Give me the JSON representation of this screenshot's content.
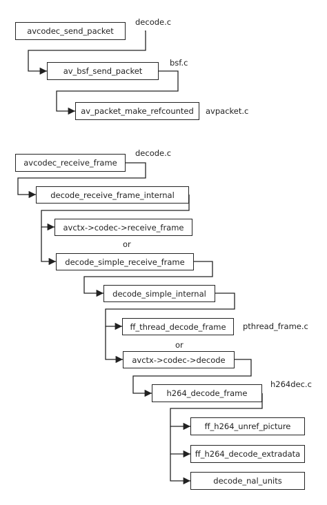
{
  "colors": {
    "line": "#222222",
    "box_border": "#222222",
    "text": "#222222",
    "background": "#ffffff"
  },
  "nodes": {
    "avcodec_send_packet": "avcodec_send_packet",
    "av_bsf_send_packet": "av_bsf_send_packet",
    "av_packet_make_refcounted": "av_packet_make_refcounted",
    "avcodec_receive_frame": "avcodec_receive_frame",
    "decode_receive_frame_internal": "decode_receive_frame_internal",
    "avctx_codec_receive_frame": "avctx->codec->receive_frame",
    "decode_simple_receive_frame": "decode_simple_receive_frame",
    "decode_simple_internal": "decode_simple_internal",
    "ff_thread_decode_frame": "ff_thread_decode_frame",
    "avctx_codec_decode": "avctx->codec->decode",
    "h264_decode_frame": "h264_decode_frame",
    "ff_h264_unref_picture": "ff_h264_unref_picture",
    "ff_h264_decode_extradata": "ff_h264_decode_extradata",
    "decode_nal_units": "decode_nal_units"
  },
  "files": {
    "decode_c_send": "decode.c",
    "bsf_c": "bsf.c",
    "avpacket_c": "avpacket.c",
    "decode_c_receive": "decode.c",
    "pthread_frame_c": "pthread_frame.c",
    "h264dec_c": "h264dec.c"
  },
  "connectors": {
    "or_1": "or",
    "or_2": "or"
  }
}
